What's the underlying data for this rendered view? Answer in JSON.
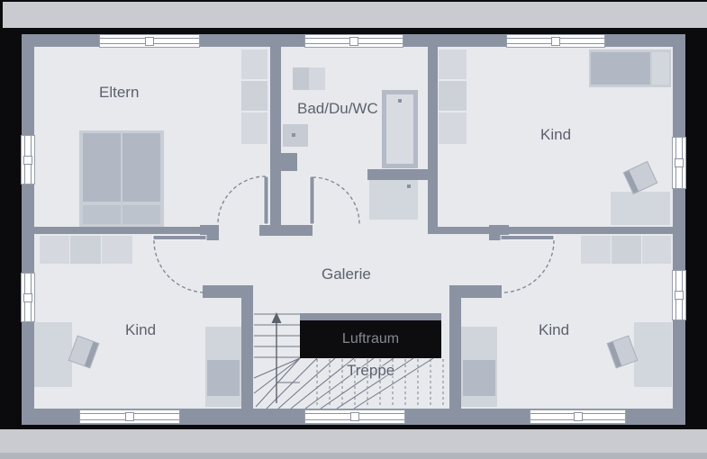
{
  "plan": {
    "type": "floor-plan-upper-storey",
    "rooms": {
      "eltern": {
        "label": "Eltern"
      },
      "bad": {
        "label": "Bad/Du/WC"
      },
      "kind_top_right": {
        "label": "Kind"
      },
      "kind_bottom_left": {
        "label": "Kind"
      },
      "kind_bottom_right": {
        "label": "Kind"
      },
      "galerie": {
        "label": "Galerie"
      }
    },
    "stairs": {
      "treppe_label": "Treppe",
      "luftraum_label": "Luftraum"
    },
    "colors": {
      "background": "#0b0b0d",
      "deck_band": "#c9cbd1",
      "deck_band_edge": "#b2b5bc",
      "wall": "#8b92a2",
      "floor": "#e7e9ed",
      "window": "#ffffff",
      "furniture_light": "#d2d6dd",
      "furniture_mid": "#c9ced6",
      "furniture_dark": "#b1b8c4",
      "luftraum_fill": "#0d0d10",
      "luftraum_text": "#85888f",
      "label_text": "#5c616c",
      "stair_line": "#707684",
      "door_arc": "#7d8492"
    }
  }
}
